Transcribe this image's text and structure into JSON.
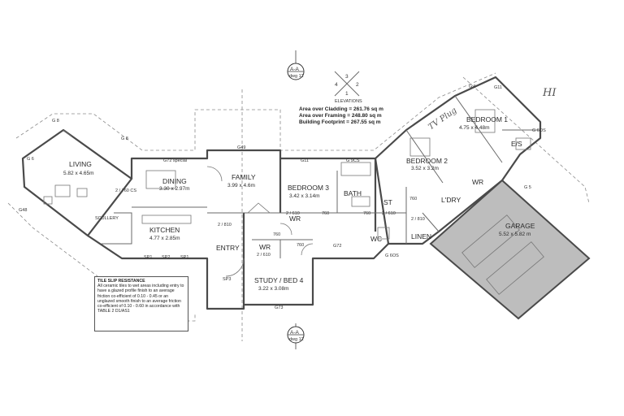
{
  "rooms": {
    "living": {
      "name": "LIVING",
      "dims": "5.82 x 4.65m"
    },
    "dining": {
      "name": "DINING",
      "dims": "3.30 x 2.97m"
    },
    "family": {
      "name": "FAMILY",
      "dims": "3.99 x 4.6m"
    },
    "bedroom3": {
      "name": "BEDROOM 3",
      "dims": "3.42 x 3.14m"
    },
    "bath": {
      "name": "BATH"
    },
    "bedroom2": {
      "name": "BEDROOM 2",
      "dims": "3.52 x 3.2m"
    },
    "bedroom1": {
      "name": "BEDROOM 1",
      "dims": "4.75 x 4.48m"
    },
    "kitchen": {
      "name": "KITCHEN",
      "dims": "4.77 x 2.85m"
    },
    "scullery": {
      "name": "SCULLERY"
    },
    "entry": {
      "name": "ENTRY"
    },
    "study": {
      "name": "STUDY / BED 4",
      "dims": "3.22 x 3.08m"
    },
    "wr_study": {
      "name": "WR"
    },
    "wr_hall": {
      "name": "WR"
    },
    "wr_master": {
      "name": "WR"
    },
    "st": {
      "name": "ST"
    },
    "wc": {
      "name": "WC"
    },
    "linen": {
      "name": "LINEN"
    },
    "ldry": {
      "name": "L'DRY"
    },
    "es": {
      "name": "E/S"
    },
    "garage": {
      "name": "GARAGE",
      "dims": "5.52 x 5.82 m"
    }
  },
  "areas": {
    "cladding": "Area over Cladding  =  261.76 sq m",
    "framing": "Area over Framing  =  248.80 sq m",
    "footprint": "Building Footprint  =  267.55 sq m"
  },
  "elevations": {
    "label": "ELEVATIONS",
    "n1": "1",
    "n2": "2",
    "n3": "3",
    "n4": "4"
  },
  "section_markers": {
    "top_label": "A-A",
    "top_ref": "dwg 12",
    "bottom_label": "A-A",
    "bottom_ref": "dwg 12"
  },
  "tags": {
    "g72_special": "G72 special",
    "g49": "G49",
    "g11_a": "G11",
    "g9cs": "G 9CS",
    "g6os_top": "G 6OS",
    "g11_b": "G11",
    "g6os_mid": "G 6OS",
    "g72": "G72",
    "g73": "G73",
    "sp1_a": "SP1",
    "sp2": "SP2",
    "sp1_b": "SP1",
    "sp3": "SP3",
    "door_2810": "2 / 810",
    "door_2610_a": "2 / 610",
    "door_2610_b": "2 / 610",
    "door_2610_c": "2 / 610",
    "door_2810_b": "2 / 810",
    "dim_760_a": "760",
    "dim_760_b": "760",
    "dim_760_c": "760",
    "dim_760_d": "760",
    "dim_760_e": "760",
    "dim_2760cs": "2 / 760 CS",
    "g6_left": "G 6",
    "g5_right": "G 5",
    "g8": "G 8",
    "g48": "G48",
    "g8_b": "G 8",
    "g6": "G 6"
  },
  "handwritten": {
    "tv_plug": "TV Plug",
    "hi": "HI"
  },
  "note": {
    "title": "TILE SLIP RESISTANCE",
    "body": "All ceramic tiles to wet areas including entry to have a glazed profile finish to an average friction co-efficient of 0.10 - 0.45 or an unglazed smooth finish to an average friction co-efficient of 0.10 - 0.60 in accordance with TABLE 2 D1/AS1"
  },
  "colors": {
    "wall": "#4a4a4a",
    "garage_hatch": "#bdbdbd",
    "background": "#ffffff"
  }
}
